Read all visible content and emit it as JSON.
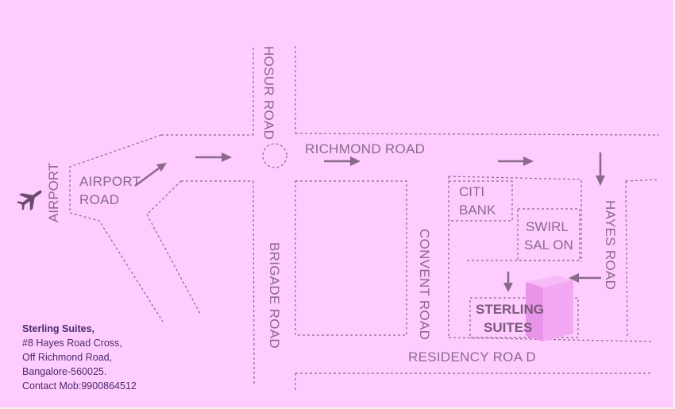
{
  "roads": {
    "hosur": "HOSUR ROAD",
    "richmond": "RICHMOND ROAD",
    "airport_line1": "AIRPORT",
    "airport_line2": "ROAD",
    "brigade": "BRIGADE ROAD",
    "convent": "CONVENT ROAD",
    "hayes": "HAYES ROAD",
    "residency": "RESIDENCY ROA D"
  },
  "places": {
    "airport": "AIRPORT",
    "citi_line1": "CITI",
    "citi_line2": "BANK",
    "swirl_line1": "SWIRL",
    "swirl_line2": "SAL ON",
    "hotel_line1": "STERLING",
    "hotel_line2": "SUITES"
  },
  "address": {
    "name": "Sterling Suites,",
    "line1": "#8 Hayes Road Cross,",
    "line2": "Off Richmond Road,",
    "line3": "Bangalore-560025.",
    "contact": "Contact Mob:9900864512"
  },
  "icons": [
    "airplane-icon",
    "roundabout-icon",
    "direction-arrow-icon",
    "hotel-building-icon"
  ],
  "colors": {
    "background": "#ffccff",
    "road_lines": "#8a6a8a",
    "hotel_block": "#f0a0f0",
    "address_text": "#4a2b6a"
  }
}
